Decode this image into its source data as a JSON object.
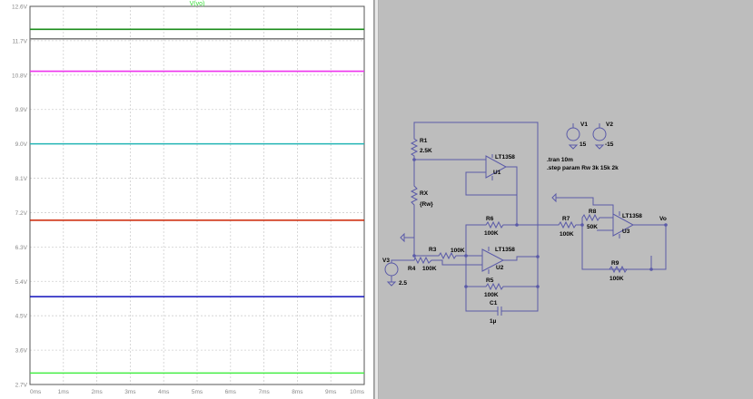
{
  "plot": {
    "title": "V(vo)",
    "title_color": "#33dd33",
    "axis_color": "#888888",
    "grid_color": "#cfcfcf",
    "frame_color": "#555555"
  },
  "chart_data": {
    "type": "line",
    "title": "V(vo)",
    "xlabel": "",
    "ylabel": "",
    "xlim": [
      0,
      10
    ],
    "ylim": [
      2.7,
      12.6
    ],
    "x_ticks": [
      "0ms",
      "1ms",
      "2ms",
      "3ms",
      "4ms",
      "5ms",
      "6ms",
      "7ms",
      "8ms",
      "9ms",
      "10ms"
    ],
    "y_ticks": [
      "12.6V",
      "11.7V",
      "10.8V",
      "9.9V",
      "9.0V",
      "8.1V",
      "7.2V",
      "6.3V",
      "5.4V",
      "4.5V",
      "3.6V",
      "2.7V"
    ],
    "series": [
      {
        "color": "#1a8c1a",
        "x": [
          0,
          10
        ],
        "y": [
          12.0,
          12.0
        ]
      },
      {
        "color": "#7f7f7f",
        "x": [
          0,
          10
        ],
        "y": [
          11.75,
          11.75
        ]
      },
      {
        "color": "#ee33ee",
        "x": [
          0,
          10
        ],
        "y": [
          10.9,
          10.9
        ]
      },
      {
        "color": "#22b5b5",
        "x": [
          0,
          10
        ],
        "y": [
          9.0,
          9.0
        ]
      },
      {
        "color": "#cc2200",
        "x": [
          0,
          10
        ],
        "y": [
          7.0,
          7.0
        ]
      },
      {
        "color": "#1010bb",
        "x": [
          0,
          10
        ],
        "y": [
          5.0,
          5.0
        ]
      },
      {
        "color": "#44ee44",
        "x": [
          0,
          10
        ],
        "y": [
          3.0,
          3.0
        ]
      }
    ]
  },
  "schematic": {
    "wire_color": "#5a5aa8",
    "label_color": "#000000",
    "directives": [
      ".tran 10m",
      ".step param Rw 3k 15k 2k"
    ],
    "components": {
      "R1": {
        "name": "R1",
        "value": "2.5K"
      },
      "RX": {
        "name": "RX",
        "value": "{Rw}"
      },
      "R3": {
        "name": "R3",
        "value": "100K"
      },
      "R4": {
        "name": "R4",
        "value": "100K"
      },
      "R5": {
        "name": "R5",
        "value": "100K"
      },
      "R6": {
        "name": "R6",
        "value": "100K"
      },
      "R7": {
        "name": "R7",
        "value": "100K"
      },
      "R8": {
        "name": "R8",
        "value": "50K"
      },
      "R9": {
        "name": "R9",
        "value": "100K"
      },
      "C1": {
        "name": "C1",
        "value": "1µ"
      },
      "U1": {
        "name": "U1",
        "part": "LT1358"
      },
      "U2": {
        "name": "U2",
        "part": "LT1358"
      },
      "U3": {
        "name": "U3",
        "part": "LT1358"
      },
      "V1": {
        "name": "V1",
        "value": "15"
      },
      "V2": {
        "name": "V2",
        "value": "-15"
      },
      "V3": {
        "name": "V3",
        "value": "2.5"
      }
    },
    "net_label_vo": "Vo"
  }
}
